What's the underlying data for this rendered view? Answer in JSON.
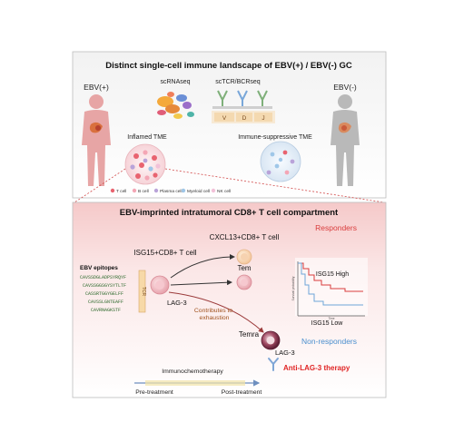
{
  "top": {
    "title": "Distinct single-cell immune landscape of EBV(+) / EBV(-) GC",
    "ebv_pos": "EBV(+)",
    "ebv_neg": "EBV(-)",
    "scrnaseq": "scRNAseq",
    "sctcr": "scTCR/BCRseq",
    "vdj": [
      "V",
      "D",
      "J"
    ],
    "inflamed": "Inflamed TME",
    "immunosuppressive": "Immune-suppressive TME",
    "legend": [
      {
        "label": "T cell",
        "color": "#e8636f"
      },
      {
        "label": "B cell",
        "color": "#f4a6b5"
      },
      {
        "label": "Plasma cell",
        "color": "#b9a3d9"
      },
      {
        "label": "Myeloid cell",
        "color": "#9fc7e8"
      },
      {
        "label": "NK cell",
        "color": "#f2c1d8"
      }
    ]
  },
  "bottom": {
    "title": "EBV-imprinted intratumoral CD8+ T cell compartment",
    "responders": "Responders",
    "non_responders": "Non-responders",
    "cxcl13": "CXCL13+CD8+ T cell",
    "isg15_cell": "ISG15+CD8+ T cell",
    "tem": "Tem",
    "temra": "Temra",
    "lag3_a": "LAG-3",
    "lag3_b": "LAG-3",
    "contributes": [
      "Contributes to",
      "exhaustion"
    ],
    "epitopes_title": "EBV epitopes",
    "epitopes": [
      "CAVSSDGLADPSYRQYF",
      "CAVSSGGSGYSYTLTF",
      "CASSRTGGYGELFF",
      "CAVSSLGNTEAFF",
      "CAVRNAGKSTF"
    ],
    "tcr_label": "TCR",
    "km": {
      "high": "ISG15 High",
      "low": "ISG15 Low",
      "ylabel": "Survival probability",
      "xlabel": "Time"
    },
    "anti_lag3": "Anti-LAG-3 therapy",
    "immunochemo": "Immunochemotherapy",
    "pre": "Pre-treatment",
    "post": "Post-treatment"
  }
}
